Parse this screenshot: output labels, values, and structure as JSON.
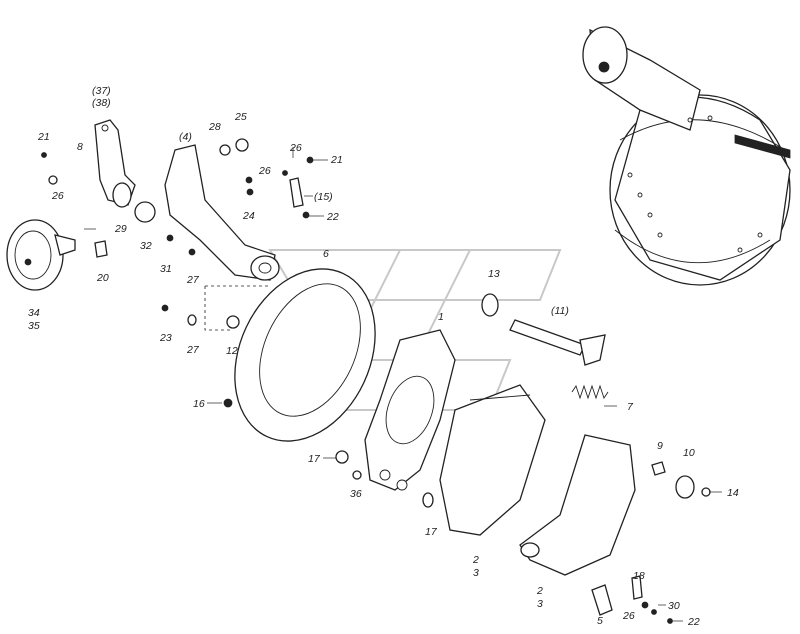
{
  "labels": {
    "p1": "1",
    "p2a": "2",
    "p3a": "3",
    "p2b": "2",
    "p3b": "3",
    "p4": "(4)",
    "p5": "5",
    "p6": "6",
    "p7": "7",
    "p8": "8",
    "p9": "9",
    "p10": "10",
    "p11": "(11)",
    "p12": "12",
    "p13": "13",
    "p14": "14",
    "p15": "(15)",
    "p16": "16",
    "p17a": "17",
    "p17b": "17",
    "p18": "18",
    "p20": "20",
    "p21a": "21",
    "p21b": "21",
    "p22a": "22",
    "p22b": "22",
    "p23": "23",
    "p24": "24",
    "p25": "25",
    "p26a": "26",
    "p26b": "26",
    "p26c": "26",
    "p27a": "27",
    "p27b": "27",
    "p28": "28",
    "p29": "29",
    "p30": "30",
    "p31": "31",
    "p32": "32",
    "p34": "34",
    "p35": "35",
    "p36": "36",
    "p37": "(37)",
    "p38": "(38)"
  }
}
